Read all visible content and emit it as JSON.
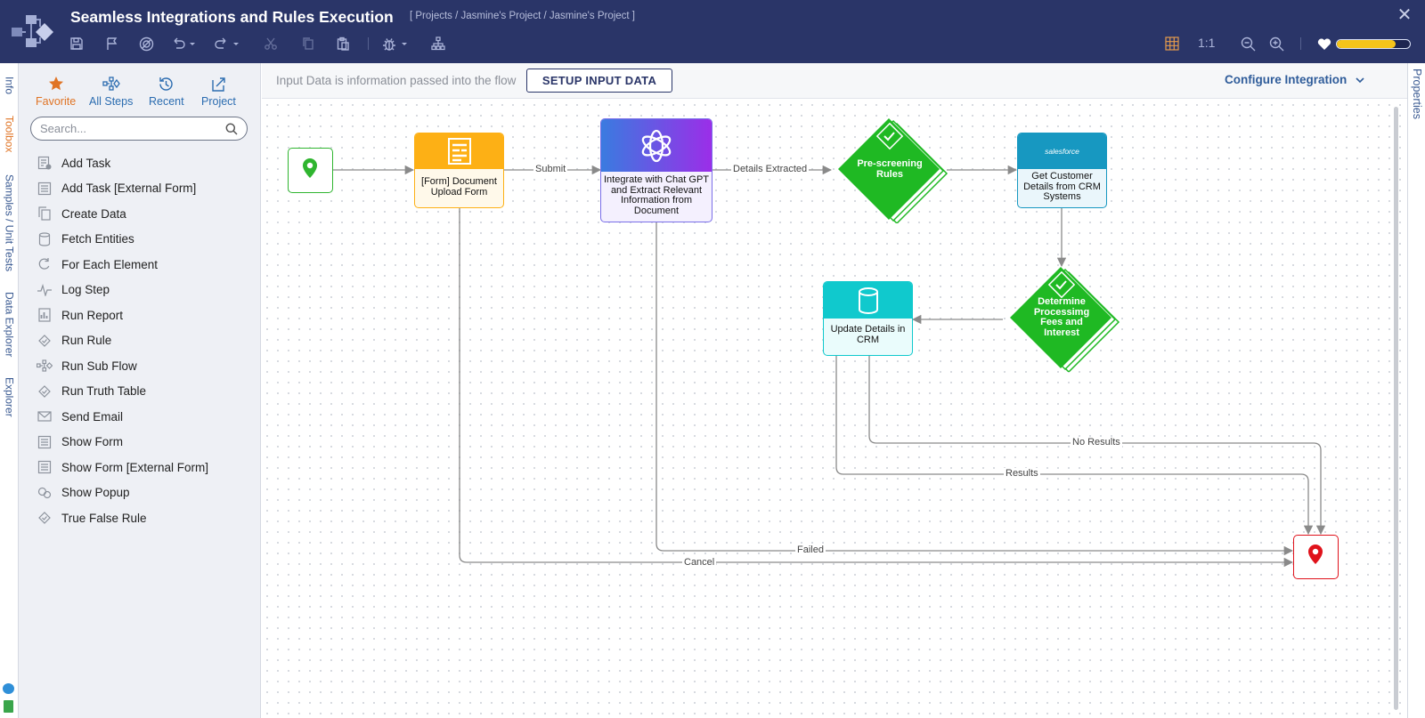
{
  "header": {
    "title": "Seamless Integrations and Rules Execution",
    "breadcrumb": "[ Projects / Jasmine's Project / Jasmine's Project ]",
    "zoom_reset_label": "1:1",
    "health_progress": 0.8,
    "brand_color": "#2a3568",
    "progress_color": "#f5c41a"
  },
  "vertical_tabs": {
    "left": [
      "Info",
      "Toolbox",
      "Samples / Unit Tests",
      "Data Explorer",
      "Explorer"
    ],
    "right": [
      "Properties"
    ]
  },
  "toolbox": {
    "tabs": [
      "Favorite",
      "All Steps",
      "Recent",
      "Project"
    ],
    "search_placeholder": "Search...",
    "items": [
      "Add Task",
      "Add Task [External Form]",
      "Create Data",
      "Fetch Entities",
      "For Each Element",
      "Log Step",
      "Run Report",
      "Run Rule",
      "Run Sub Flow",
      "Run Truth Table",
      "Send Email",
      "Show Form",
      "Show Form [External Form]",
      "Show Popup",
      "True False Rule"
    ]
  },
  "main": {
    "input_info": "Input Data is information passed into the flow",
    "setup_button": "SETUP INPUT DATA",
    "configure_label": "Configure Integration"
  },
  "flow": {
    "nodes": {
      "start": "",
      "form": "[Form] Document Upload Form",
      "chatgpt": "Integrate with Chat GPT and Extract Relevant Information from Document",
      "prescreen": "Pre-screening Rules",
      "crm_get": "Get Customer Details from CRM Systems",
      "crm_logo": "salesforce",
      "fees": "Determine Processimg Fees and Interest",
      "crm_update": "Update Details in CRM",
      "end": ""
    },
    "edges": {
      "submit": "Submit",
      "details_extracted": "Details Extracted",
      "no_results": "No Results",
      "results": "Results",
      "failed": "Failed",
      "cancel": "Cancel"
    },
    "colors": {
      "form": "#fdb015",
      "chatgpt_start": "#3a7be0",
      "chatgpt_end": "#9b2ee8",
      "rule": "#1fb923",
      "salesforce": "#1798c1",
      "data": "#10c9cd",
      "start_pin": "#2fb52f",
      "end_pin": "#e0121b"
    }
  }
}
